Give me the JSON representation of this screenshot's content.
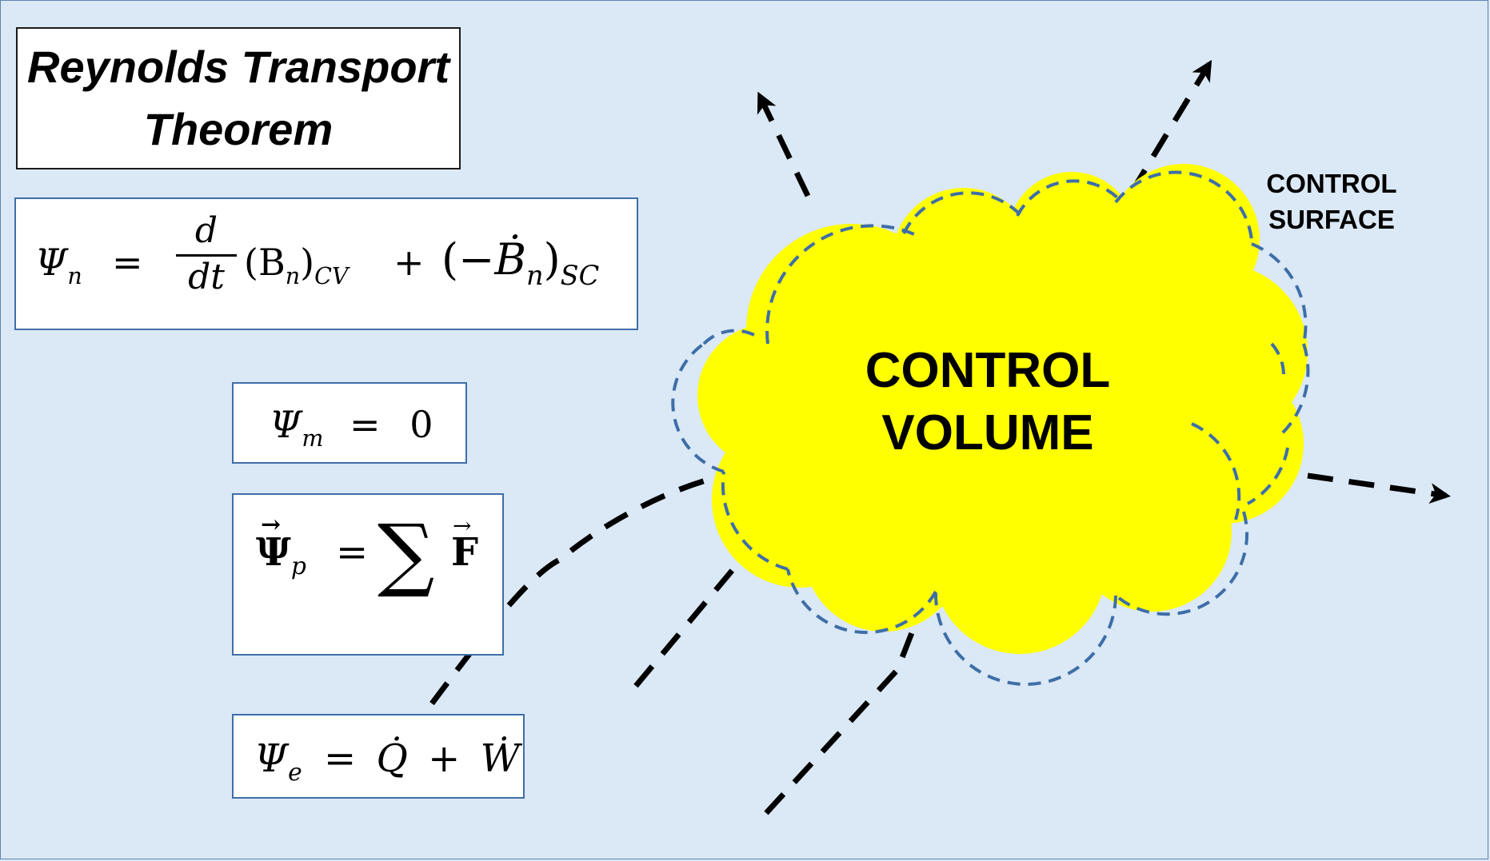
{
  "title": {
    "line1": "Reynolds Transport",
    "line2": "Theorem"
  },
  "equations": {
    "general": {
      "lhs_symbol": "Ψ",
      "lhs_sub": "n",
      "equals": "=",
      "frac_num": "d",
      "frac_den": "dt",
      "cv_term": "(B",
      "cv_term_sub": "n",
      "cv_close": ")",
      "cv_sub": "CV",
      "plus": "+",
      "sc_open": "(−",
      "sc_symbol": "Ḃ",
      "sc_sym_sub": "n",
      "sc_close": ")",
      "sc_sub": "SC"
    },
    "mass": {
      "symbol": "Ψ",
      "sub": "m",
      "equals": "=",
      "rhs": "0"
    },
    "momentum": {
      "symbol": "Ψ",
      "arrow": "→",
      "sub": "p",
      "equals": "=",
      "sum": "∑",
      "force": "F"
    },
    "energy": {
      "symbol": "Ψ",
      "sub": "e",
      "equals": "=",
      "q": "Q̇",
      "plus": "+",
      "w": "Ẇ"
    }
  },
  "labels": {
    "control_volume": "CONTROL\nVOLUME",
    "control_surface": "CONTROL\nSURFACE"
  },
  "colors": {
    "background": "#dbe8f5",
    "cloud_fill": "#ffff00",
    "cloud_outline": "#3e6ea8",
    "streamline": "#000000",
    "box_border": "#3e6ea8"
  }
}
